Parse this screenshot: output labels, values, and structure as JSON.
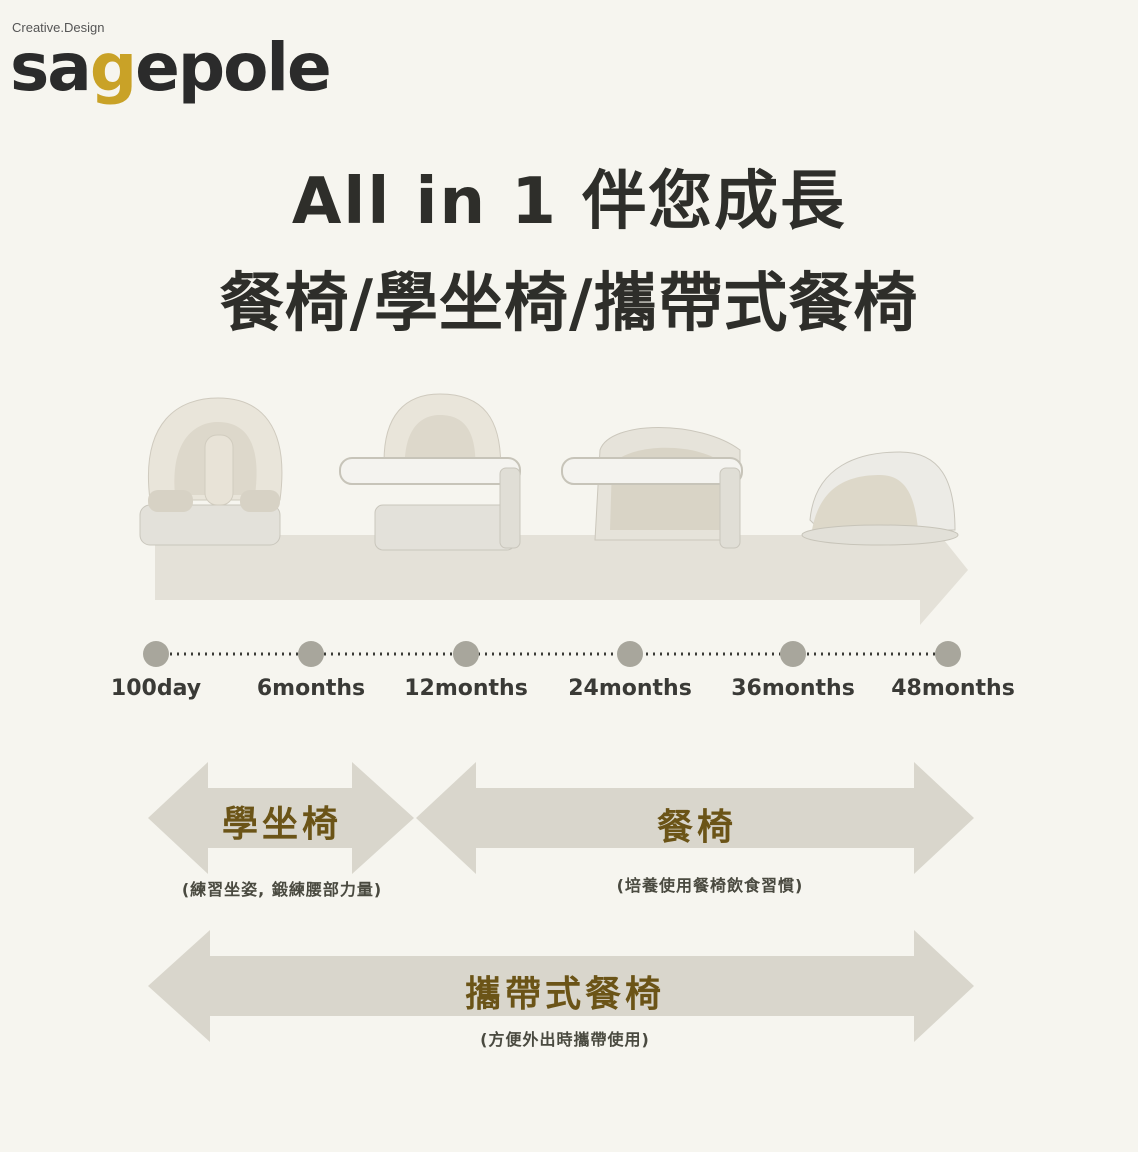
{
  "logo": {
    "sub": "Creative.Design",
    "pre": "sa",
    "key": "g",
    "post": "epole"
  },
  "title": {
    "line1": "All in 1 伴您成長",
    "line2": "餐椅/學坐椅/攜帶式餐椅"
  },
  "timeline": {
    "stages": [
      "100day",
      "6months",
      "12months",
      "24months",
      "36months",
      "48months"
    ]
  },
  "usage": [
    {
      "name": "學坐椅",
      "note": "(練習坐姿, 鍛練腰部力量)"
    },
    {
      "name": "餐椅",
      "note": "(培養使用餐椅飲食習慣)"
    },
    {
      "name": "攜帶式餐椅",
      "note": "(方便外出時攜帶使用)"
    }
  ],
  "colors": {
    "background": "#f6f5ef",
    "arrow": "#d9d6cc",
    "label": "#6b5417",
    "dot": "#a8a69c"
  }
}
